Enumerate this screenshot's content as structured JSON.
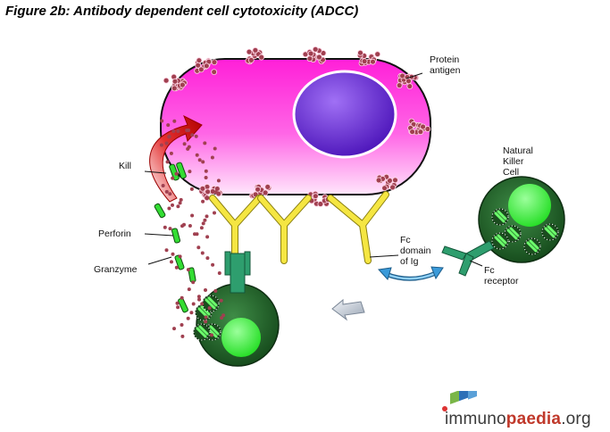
{
  "title": "Figure 2b: Antibody dependent cell cytotoxicity (ADCC)",
  "labels": {
    "protein_antigen": [
      "Protein",
      "antigen"
    ],
    "kill": "Kill",
    "perforin": "Perforin",
    "granzyme": "Granzyme",
    "nk_cell": [
      "Natural",
      "Killer",
      "Cell"
    ],
    "fc_domain": [
      "Fc",
      "domain",
      "of Ig"
    ],
    "fc_receptor": [
      "Fc",
      "receptor"
    ]
  },
  "logo": {
    "prefix": "immuno",
    "highlight": "paedia",
    "suffix": ".org"
  },
  "colors": {
    "target_cell": "#ff33dd",
    "nucleus": "#7a2be0",
    "antibody": "#f5e642",
    "receptor": "#2e9e6e",
    "nk_cell": "#2f7a38",
    "nk_nucleus": "#33ff33",
    "granule": "#a04050",
    "kill_arrow": "#cc1111",
    "double_arrow": "#3a9ad9"
  }
}
